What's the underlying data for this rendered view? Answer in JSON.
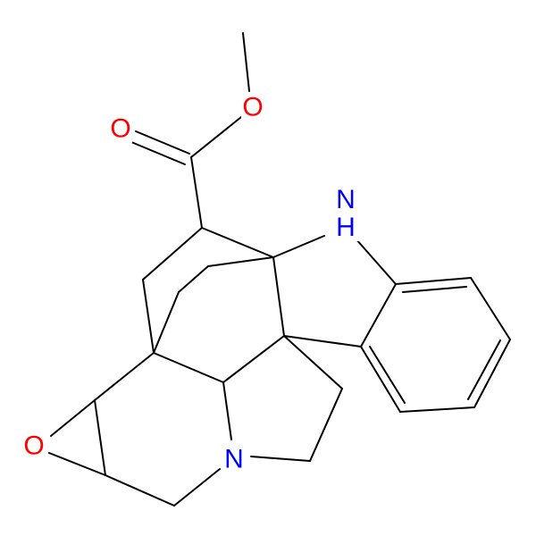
{
  "molecule": {
    "atom_labels": {
      "carbonyl_oxygen": "O",
      "ester_oxygen": "O",
      "indoline_nh": "NH",
      "amine_nitrogen": "N",
      "epoxide_oxygen": "O"
    },
    "colors": {
      "bond": "#000000",
      "oxygen": "#ff0000",
      "nitrogen": "#0000ff",
      "background": "#ffffff"
    }
  }
}
